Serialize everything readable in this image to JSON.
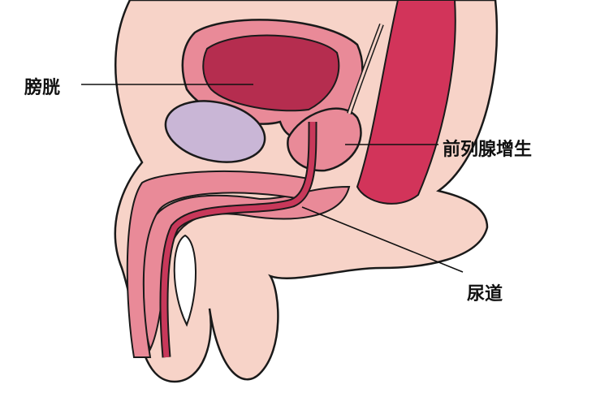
{
  "labels": {
    "bladder": "膀胱",
    "prostate": "前列腺增生",
    "urethra": "尿道"
  },
  "colors": {
    "skin": "#f7d3c8",
    "tissue": "#e98a98",
    "organ": "#c8385a",
    "bladder_inner": "#b52d4f",
    "rectum": "#d2345a",
    "pubic_bone": "#c9b6d6",
    "outline": "#1a1a1a"
  }
}
